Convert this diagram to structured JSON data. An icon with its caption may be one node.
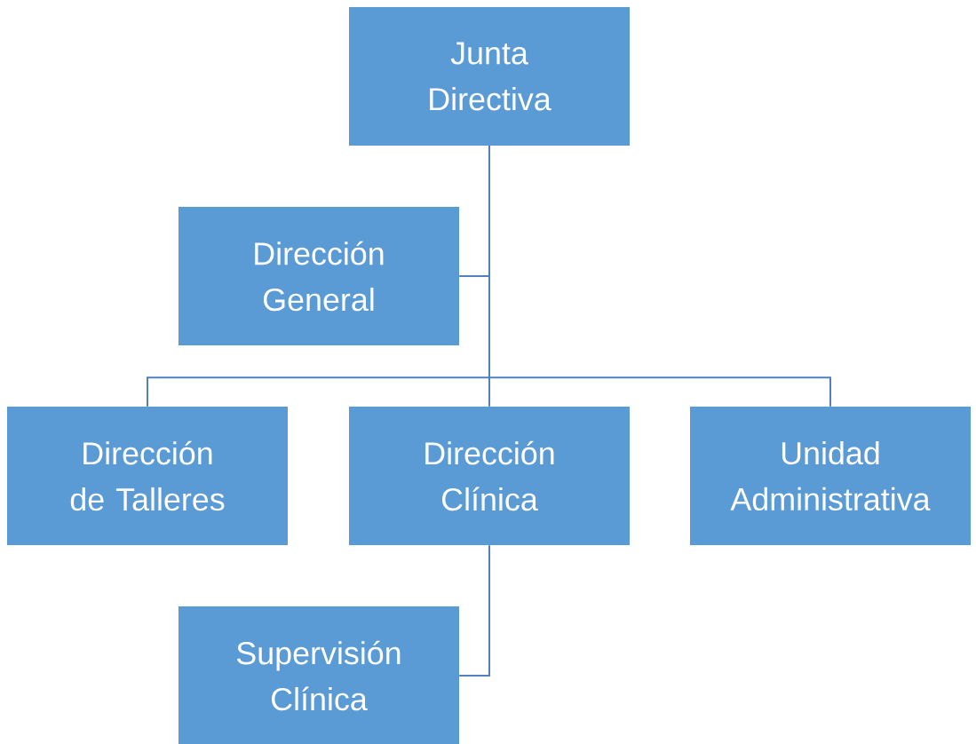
{
  "diagram": {
    "nodes": [
      {
        "text": [
          "Junta Directiva"
        ]
      },
      {
        "text": [
          "Dirección General"
        ]
      },
      {
        "text": [
          "Dirección de Talleres"
        ]
      },
      {
        "text": [
          "Dirección Clínica"
        ]
      },
      {
        "text": [
          "Unidad Administrativa"
        ]
      },
      {
        "text": [
          "Supervisión Clínica"
        ]
      }
    ],
    "edges": [
      {
        "from": 0,
        "to": 1,
        "arrow": "none"
      },
      {
        "from": 0,
        "to": 2,
        "arrow": "none"
      },
      {
        "from": 0,
        "to": 3,
        "arrow": "none"
      },
      {
        "from": 0,
        "to": 4,
        "arrow": "none"
      },
      {
        "from": 3,
        "to": 5,
        "arrow": "none"
      }
    ]
  }
}
